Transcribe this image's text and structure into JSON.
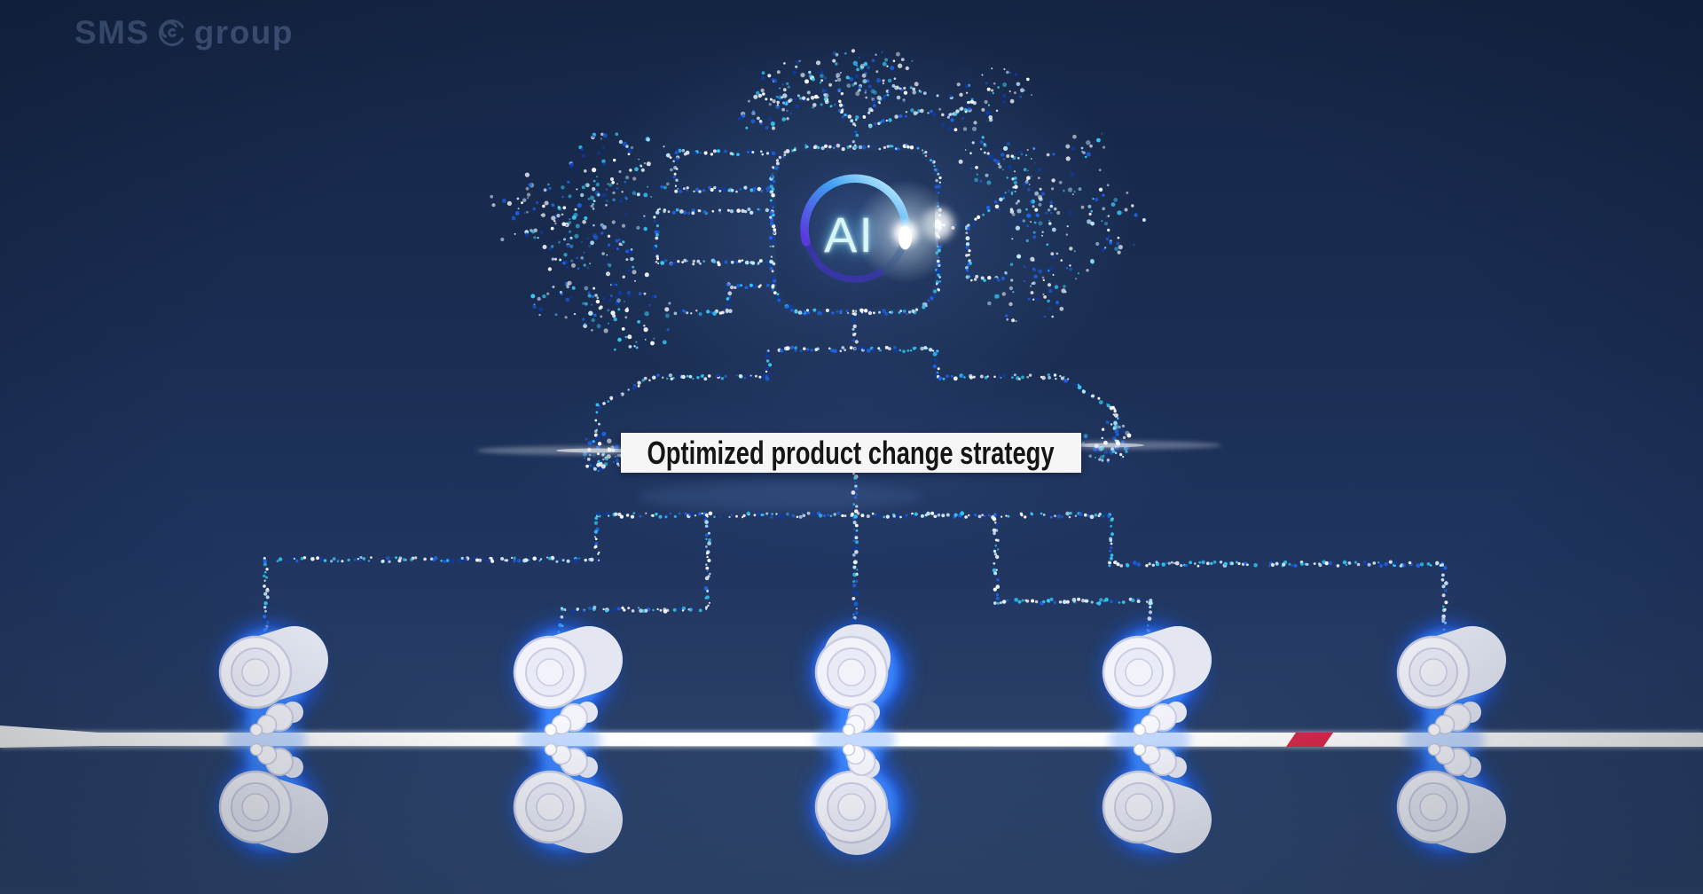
{
  "brand": {
    "sms": "SMS",
    "group": "group"
  },
  "chip": {
    "label": "AI"
  },
  "banner": {
    "label": "Optimized product change strategy"
  },
  "stands": {
    "count": 5
  },
  "colors": {
    "background_top": "#152646",
    "background_bottom": "#314a72",
    "logo": "#42567d",
    "label_box_bg": "#f6f6f6",
    "label_text": "#151515",
    "ai_text": "#d6f6f8",
    "ring_indigo": "#5a3ae0",
    "ring_mid": "#3f9ff0",
    "ring_cyan": "#c9f6ff",
    "ring_tail": "#4a2cd0",
    "strip": "#ffffff",
    "change_marker": "#d9294b",
    "stand_glow": "#1e5df0",
    "stand_glow_inner": "#3f8bff",
    "roll_fill": "#f2f3fa",
    "roll_ring": "#e9ebf6",
    "roll_body": "#e4e7f2",
    "roll_stroke": "#c9cce2",
    "particle_palette": [
      "#ffffff",
      "#bfeaff",
      "#35c8f5",
      "#1c63e8",
      "#0b3bb0"
    ]
  }
}
